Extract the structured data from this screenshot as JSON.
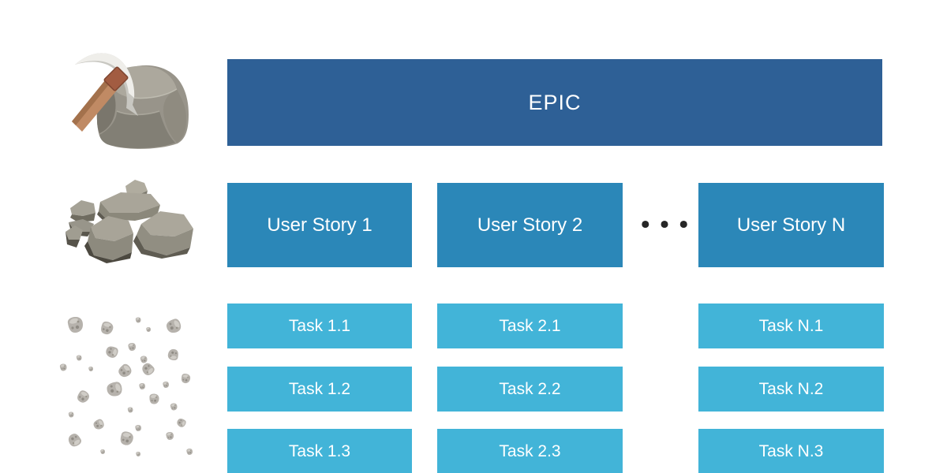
{
  "epic": {
    "label": "EPIC"
  },
  "user_stories": {
    "items": [
      "User Story 1",
      "User Story 2",
      "User Story N"
    ],
    "ellipsis": "•••"
  },
  "tasks": {
    "columns": [
      [
        "Task 1.1",
        "Task 1.2",
        "Task 1.3"
      ],
      [
        "Task 2.1",
        "Task 2.2",
        "Task 2.3"
      ],
      [
        "Task N.1",
        "Task N.2",
        "Task N.3"
      ]
    ]
  },
  "icons": {
    "epic_icon": "boulder-with-pickaxe",
    "user_story_icon": "rock-pile",
    "task_icon": "scattered-pebbles"
  },
  "colors": {
    "epic_bg": "#2e6096",
    "story_bg": "#2b87b8",
    "task_bg": "#42b4d8",
    "label_text": "#ffffff",
    "ellipsis_dots": "#262626"
  }
}
